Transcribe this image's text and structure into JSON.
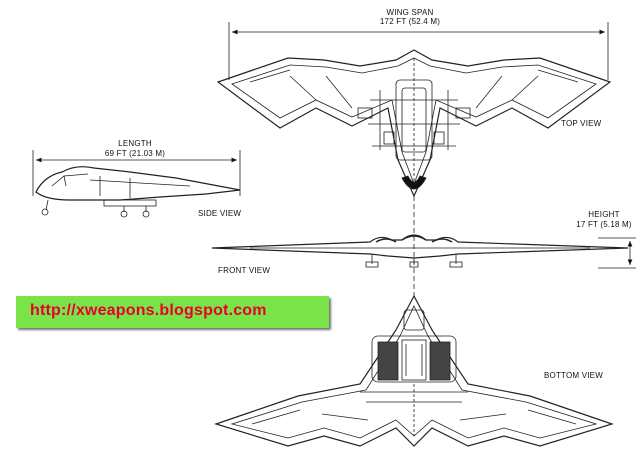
{
  "wing_span": {
    "title": "WING SPAN",
    "value": "172 FT (52.4 M)"
  },
  "length": {
    "title": "LENGTH",
    "value": "69 FT (21.03 M)"
  },
  "height": {
    "title": "HEIGHT",
    "value": "17 FT (5.18 M)"
  },
  "views": {
    "top": "TOP VIEW",
    "side": "SIDE VIEW",
    "front": "FRONT VIEW",
    "bottom": "BOTTOM VIEW"
  },
  "watermark": {
    "text": "http://xweapons.blogspot.com",
    "bg": "#7ae34a",
    "fg": "#e8002c"
  },
  "icons": [
    "top-view-drawing",
    "side-view-drawing",
    "front-view-drawing",
    "bottom-view-drawing"
  ]
}
